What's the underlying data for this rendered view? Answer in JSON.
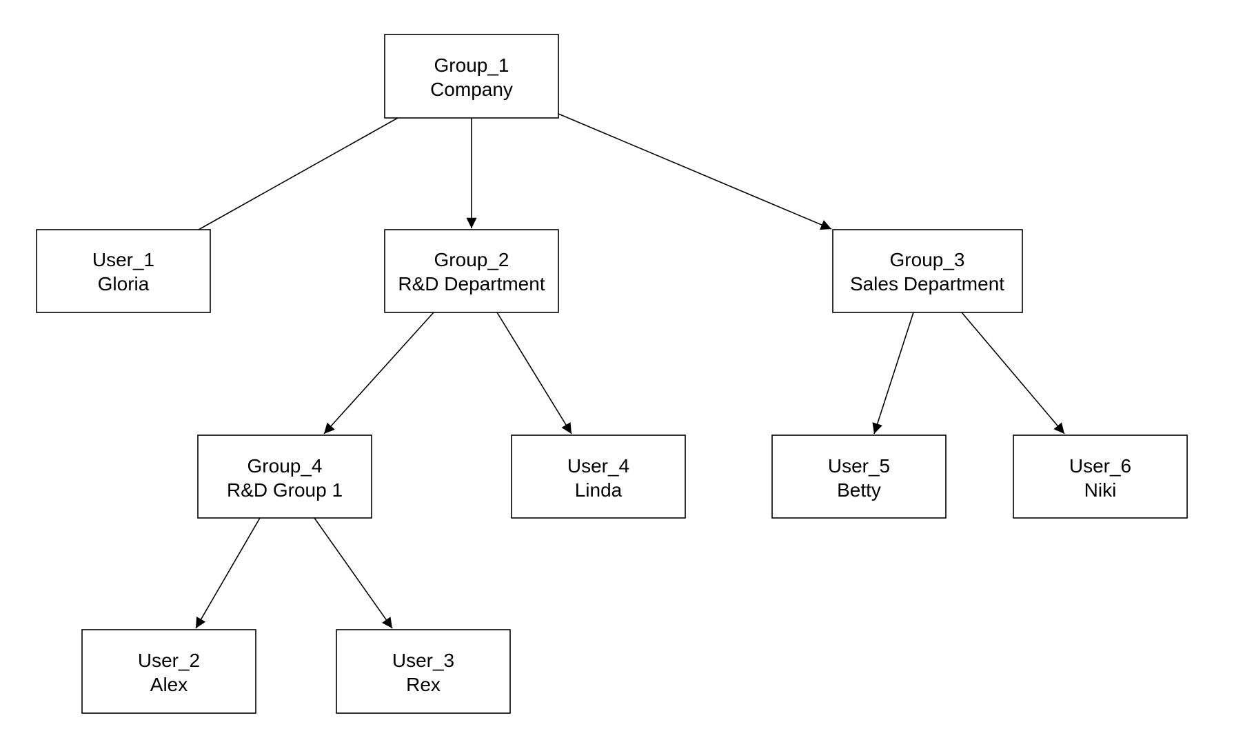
{
  "diagram": {
    "line_color": "#000000",
    "box_fill": "#ffffff",
    "nodes": [
      {
        "id": "group-1",
        "line1": "Group_1",
        "line2": "Company"
      },
      {
        "id": "user-1",
        "line1": "User_1",
        "line2": "Gloria"
      },
      {
        "id": "group-2",
        "line1": "Group_2",
        "line2": "R&D Department"
      },
      {
        "id": "group-3",
        "line1": "Group_3",
        "line2": "Sales Department"
      },
      {
        "id": "group-4",
        "line1": "Group_4",
        "line2": "R&D Group 1"
      },
      {
        "id": "user-4",
        "line1": "User_4",
        "line2": "Linda"
      },
      {
        "id": "user-5",
        "line1": "User_5",
        "line2": "Betty"
      },
      {
        "id": "user-6",
        "line1": "User_6",
        "line2": "Niki"
      },
      {
        "id": "user-2",
        "line1": "User_2",
        "line2": "Alex"
      },
      {
        "id": "user-3",
        "line1": "User_3",
        "line2": "Rex"
      }
    ],
    "edges": [
      {
        "from": "group-1",
        "to": "user-1",
        "arrow": false
      },
      {
        "from": "group-1",
        "to": "group-2",
        "arrow": true
      },
      {
        "from": "group-1",
        "to": "group-3",
        "arrow": true
      },
      {
        "from": "group-2",
        "to": "group-4",
        "arrow": true
      },
      {
        "from": "group-2",
        "to": "user-4",
        "arrow": true
      },
      {
        "from": "group-3",
        "to": "user-5",
        "arrow": true
      },
      {
        "from": "group-3",
        "to": "user-6",
        "arrow": true
      },
      {
        "from": "group-4",
        "to": "user-2",
        "arrow": true
      },
      {
        "from": "group-4",
        "to": "user-3",
        "arrow": true
      }
    ]
  }
}
